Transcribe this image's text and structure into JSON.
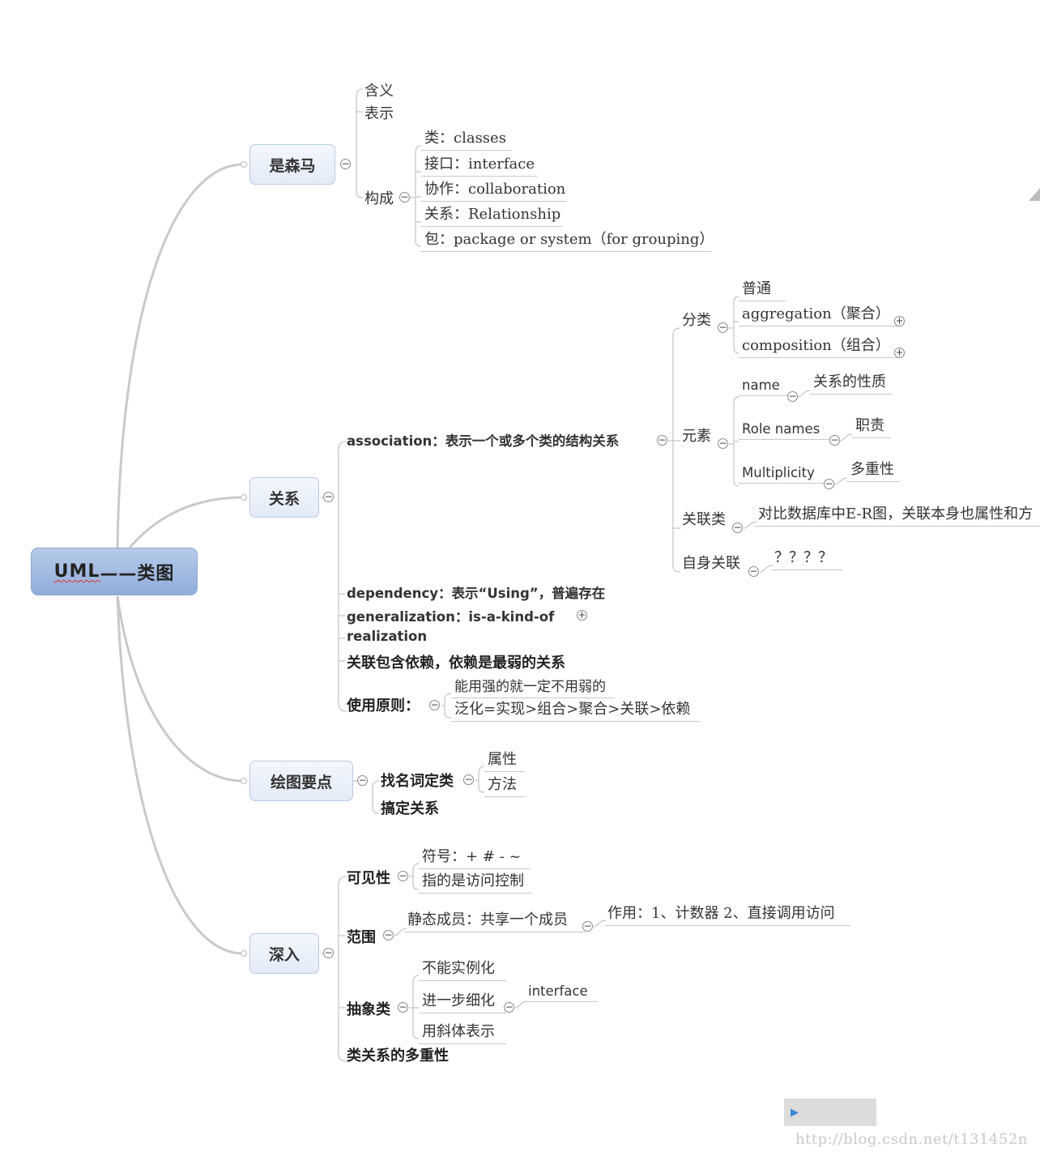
{
  "root": {
    "uml": "UML",
    "rest": "——类图"
  },
  "branches": {
    "b1": {
      "label": "是森马",
      "hanyi": "含义",
      "biaoshi": "表示",
      "goucheng": "构成",
      "items": [
        "类：classes",
        "接口：interface",
        "协作：collaboration",
        "关系：Relationship",
        "包：package or system（for grouping）"
      ]
    },
    "b2": {
      "label": "关系",
      "association": "association：表示一个或多个类的结构关系",
      "fenlei": "分类",
      "fenlei_items": [
        "普通",
        "aggregation（聚合）",
        "composition（组合）"
      ],
      "yuansu": "元素",
      "yuansu_items": [
        {
          "k": "name",
          "v": "关系的性质"
        },
        {
          "k": "Role names",
          "v": "职责"
        },
        {
          "k": "Multiplicity",
          "v": "多重性"
        }
      ],
      "guanlianlei": "关联类",
      "guanlianlei_note": "对比数据库中E-R图，关联本身也属性和方",
      "zishen": "自身关联",
      "zishen_note": "？？？？",
      "dependency": "dependency：表示“Using”，普遍存在",
      "generalization": "generalization：is-a-kind-of",
      "realization": "realization",
      "include": "关联包含依赖，依赖是最弱的关系",
      "yuanze": "使用原则：",
      "yuanze_items": [
        "能用强的就一定不用弱的",
        "泛化=实现>组合>聚合>关联>依赖"
      ]
    },
    "b3": {
      "label": "绘图要点",
      "zhao": "找名词定类",
      "zhao_items": [
        "属性",
        "方法"
      ],
      "gaoding": "搞定关系"
    },
    "b4": {
      "label": "深入",
      "kejian": "可见性",
      "kejian_items": [
        "符号：+ # - ~",
        "指的是访问控制"
      ],
      "fanwei": "范围",
      "jingtai": "静态成员：共享一个成员",
      "zuoyong": "作用：1、计数器 2、直接调用访问",
      "chouxiang": "抽象类",
      "chouxiang_items": [
        "不能实例化",
        "进一步细化",
        "用斜体表示"
      ],
      "interface": "interface",
      "duochong": "类关系的多重性"
    }
  },
  "watermark": "http://blog.csdn.net/t131452n",
  "icons": {
    "collapse": "−",
    "expand": "+",
    "play": "▶"
  }
}
